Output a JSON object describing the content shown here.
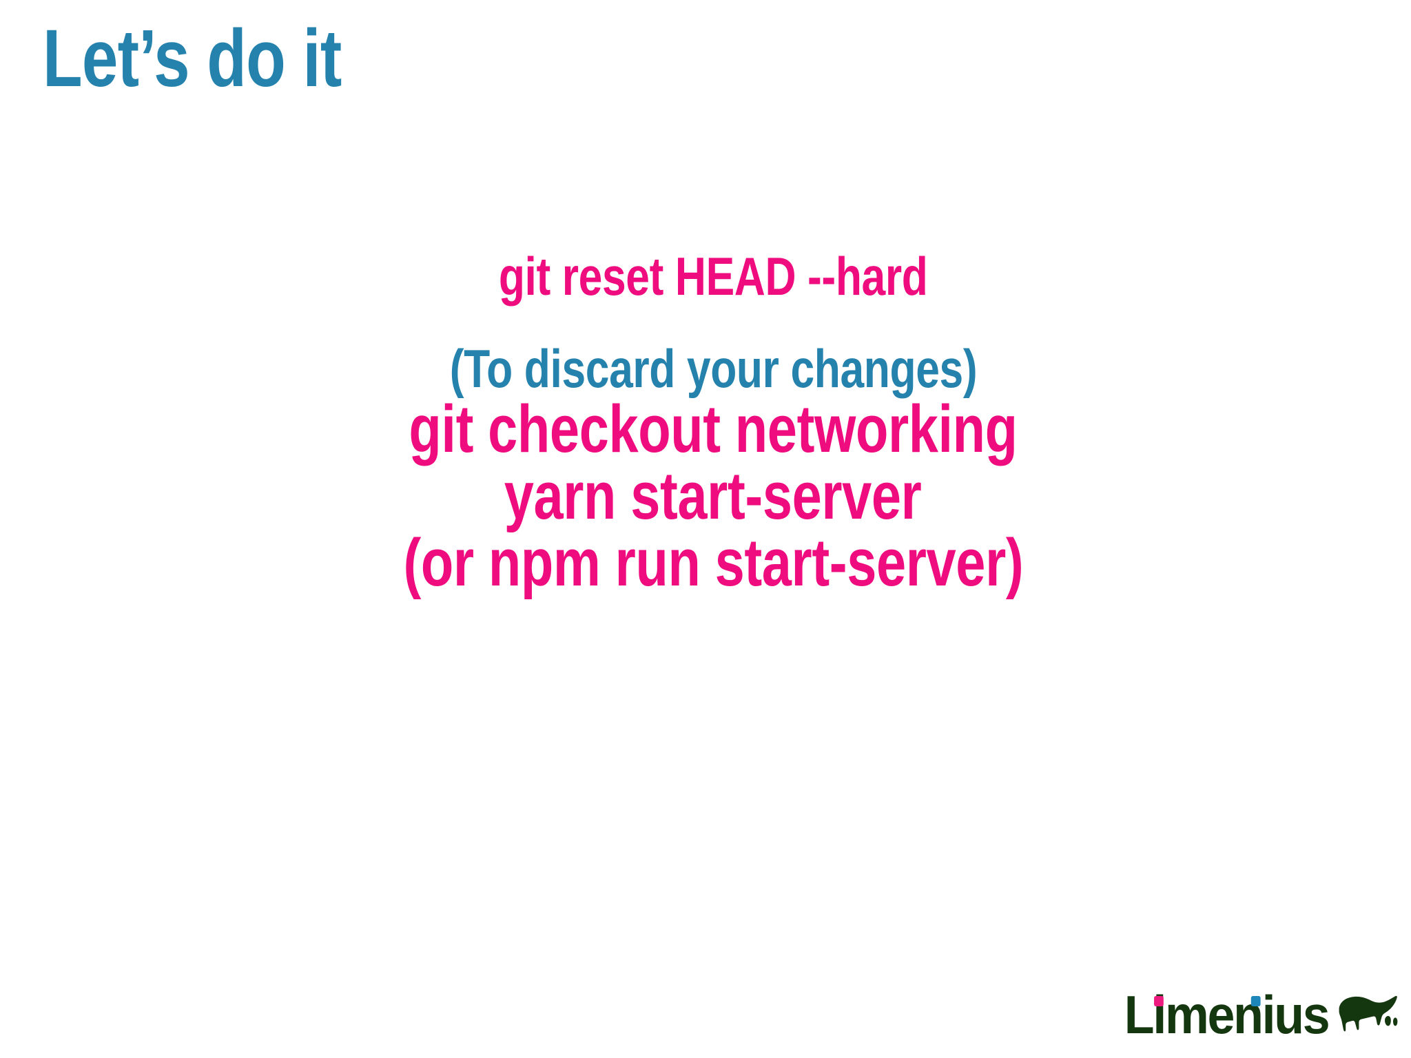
{
  "slide": {
    "background_color": "#ffffff",
    "title": "Let’s do it",
    "title_color": "#2482AD"
  },
  "commands": {
    "accent_pink": "#EE0C7E",
    "accent_teal": "#2482AD",
    "lines": [
      {
        "text": "git reset HEAD --hard",
        "color": "pink",
        "size": "sm"
      },
      {
        "text": "(To discard your changes)",
        "color": "teal",
        "size": "sm"
      },
      {
        "text": "git checkout networking",
        "color": "pink",
        "size": "lg"
      },
      {
        "text": "yarn start-server",
        "color": "pink",
        "size": "lg"
      },
      {
        "text": "(or npm run start-server)",
        "color": "pink",
        "size": "lg"
      }
    ]
  },
  "logo": {
    "wordmark": "Limenius",
    "wordmark_color": "#15370F",
    "dot_left_color": "#ED1A80",
    "dot_right_color": "#1C87B8",
    "icon": "bison-icon",
    "icon_color": "#15370F"
  }
}
